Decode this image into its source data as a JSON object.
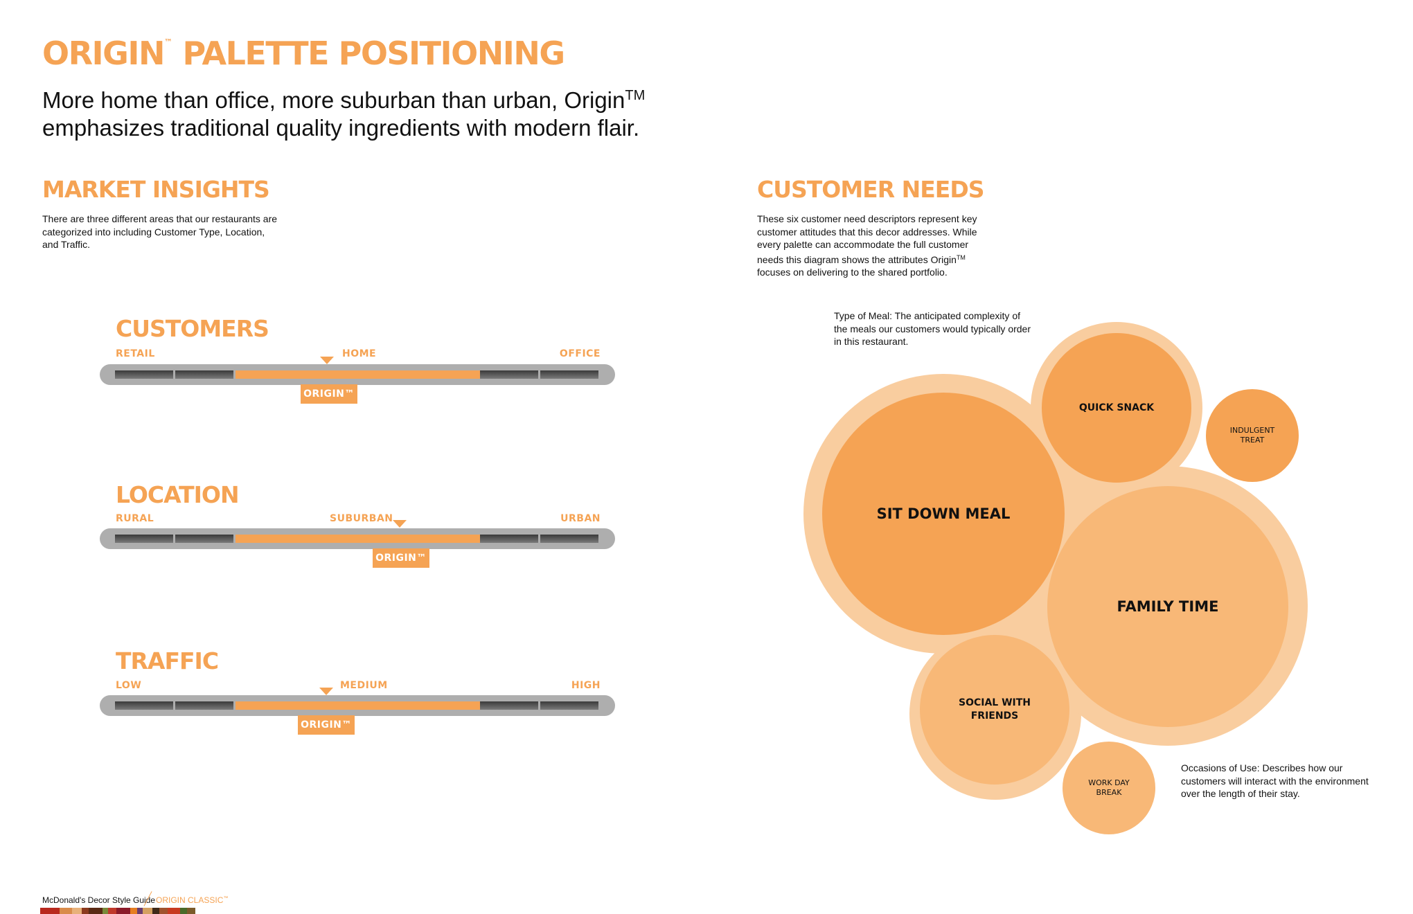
{
  "header": {
    "title": "ORIGIN",
    "title_tm": "™",
    "title_rest": " PALETTE POSITIONING",
    "subtitle_line1": "More home than office, more suburban than urban, Origin",
    "subtitle_tm": "TM",
    "subtitle_line2": "emphasizes traditional quality ingredients with modern flair."
  },
  "market_insights": {
    "title": "MARKET INSIGHTS",
    "body": "There are three different areas that our restaurants are categorized into including Customer Type, Location, and Traffic."
  },
  "scales": [
    {
      "title": "CUSTOMERS",
      "left_label": "RETAIL",
      "mid_label": "HOME",
      "right_label": "OFFICE",
      "tag": "ORIGIN™"
    },
    {
      "title": "LOCATION",
      "left_label": "RURAL",
      "mid_label": "SUBURBAN",
      "right_label": "URBAN",
      "tag": "ORIGIN™"
    },
    {
      "title": "TRAFFIC",
      "left_label": "LOW",
      "mid_label": "MEDIUM",
      "right_label": "HIGH",
      "tag": "ORIGIN™"
    }
  ],
  "customer_needs": {
    "title": "CUSTOMER NEEDS",
    "body_part1": "These six customer need descriptors represent key customer attitudes that this decor addresses. While every palette can accommodate the full customer needs this diagram shows the attributes Origin",
    "body_tm": "TM",
    "body_part2": " focuses on delivering to the shared portfolio.",
    "type_of_meal_note": "Type of Meal: The anticipated complexity of the meals our customers would typically order in this restaurant.",
    "occasions_note": "Occasions of Use: Describes how our customers will interact with the environment over the length of their stay.",
    "bubbles": {
      "sit_down_meal": "SIT DOWN MEAL",
      "quick_snack": "QUICK SNACK",
      "indulgent_treat_1": "INDULGENT",
      "indulgent_treat_2": "TREAT",
      "family_time": "FAMILY TIME",
      "social_1": "SOCIAL WITH",
      "social_2": "FRIENDS",
      "work_day_1": "WORK DAY",
      "work_day_2": "BREAK"
    }
  },
  "footer": {
    "guide": "McDonald's Decor Style Guide",
    "edition": "ORIGIN CLASSIC",
    "edition_tm": "™"
  },
  "colors": {
    "accent_orange": "#f5a354",
    "light_orange": "#f9cd9f",
    "mid_orange": "#f8b877",
    "track_grey": "#aeaeae",
    "swatches": [
      "#b8291e",
      "#d98b4b",
      "#e8b17a",
      "#8c3a1e",
      "#5a2a14",
      "#7a8a3a",
      "#c0392b",
      "#8b1a2a",
      "#e67e22",
      "#6b3d6e",
      "#d4a060",
      "#3f2a1a",
      "#a0522d",
      "#c83a20",
      "#4a6b2a",
      "#7b5a2a"
    ]
  }
}
